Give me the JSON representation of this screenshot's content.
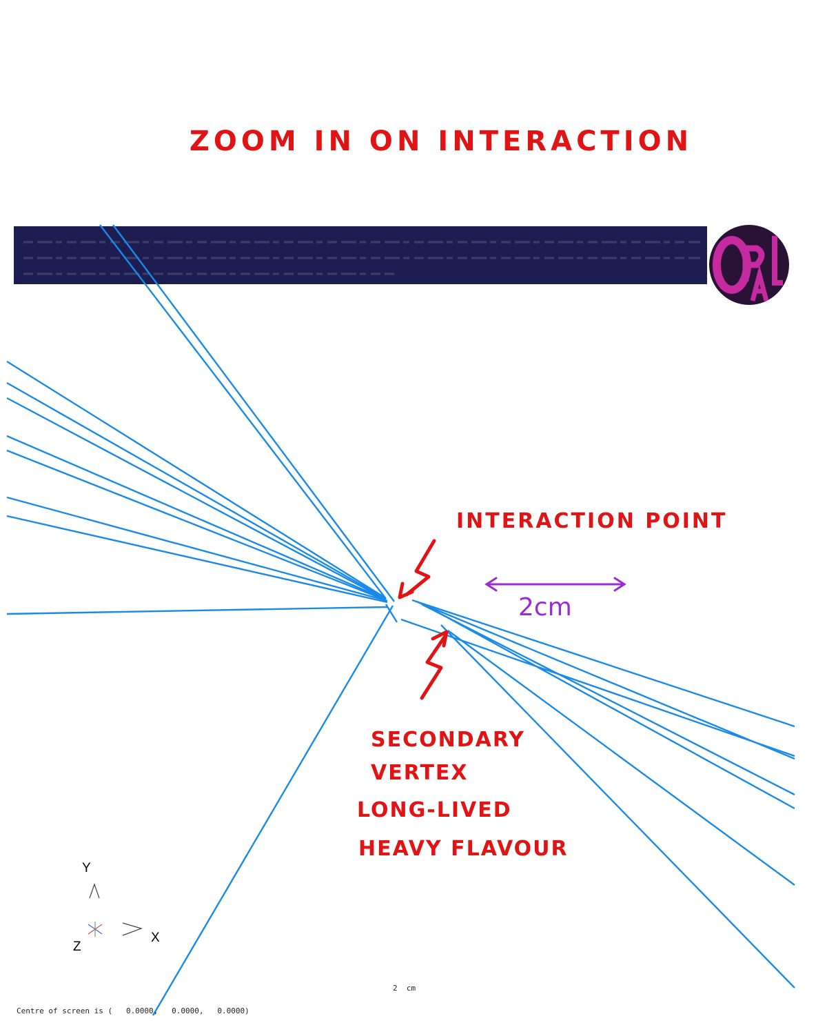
{
  "annotations": {
    "title": "ZOOM IN ON INTERACTION",
    "interaction_point": "INTERACTION POINT",
    "scale_label": "2cm",
    "secondary_vertex": [
      "SECONDARY",
      "VERTEX",
      "LONG-LIVED",
      "HEAVY FLAVOUR"
    ]
  },
  "logo": {
    "text": "OPAL"
  },
  "axes": {
    "y": "Y",
    "x": "X",
    "z": "Z"
  },
  "footer": {
    "scale": "2  cm",
    "centre": "Centre of screen is (   0.0000,   0.0000,   0.0000)"
  },
  "colors": {
    "annotation_red": "#e01414",
    "scale_purple": "#9b2bd6",
    "track_blue": "#1a8ae8",
    "banner_bg": "#1d1d52",
    "logo_bg": "#2a1236",
    "logo_fg": "#c62aa0"
  }
}
